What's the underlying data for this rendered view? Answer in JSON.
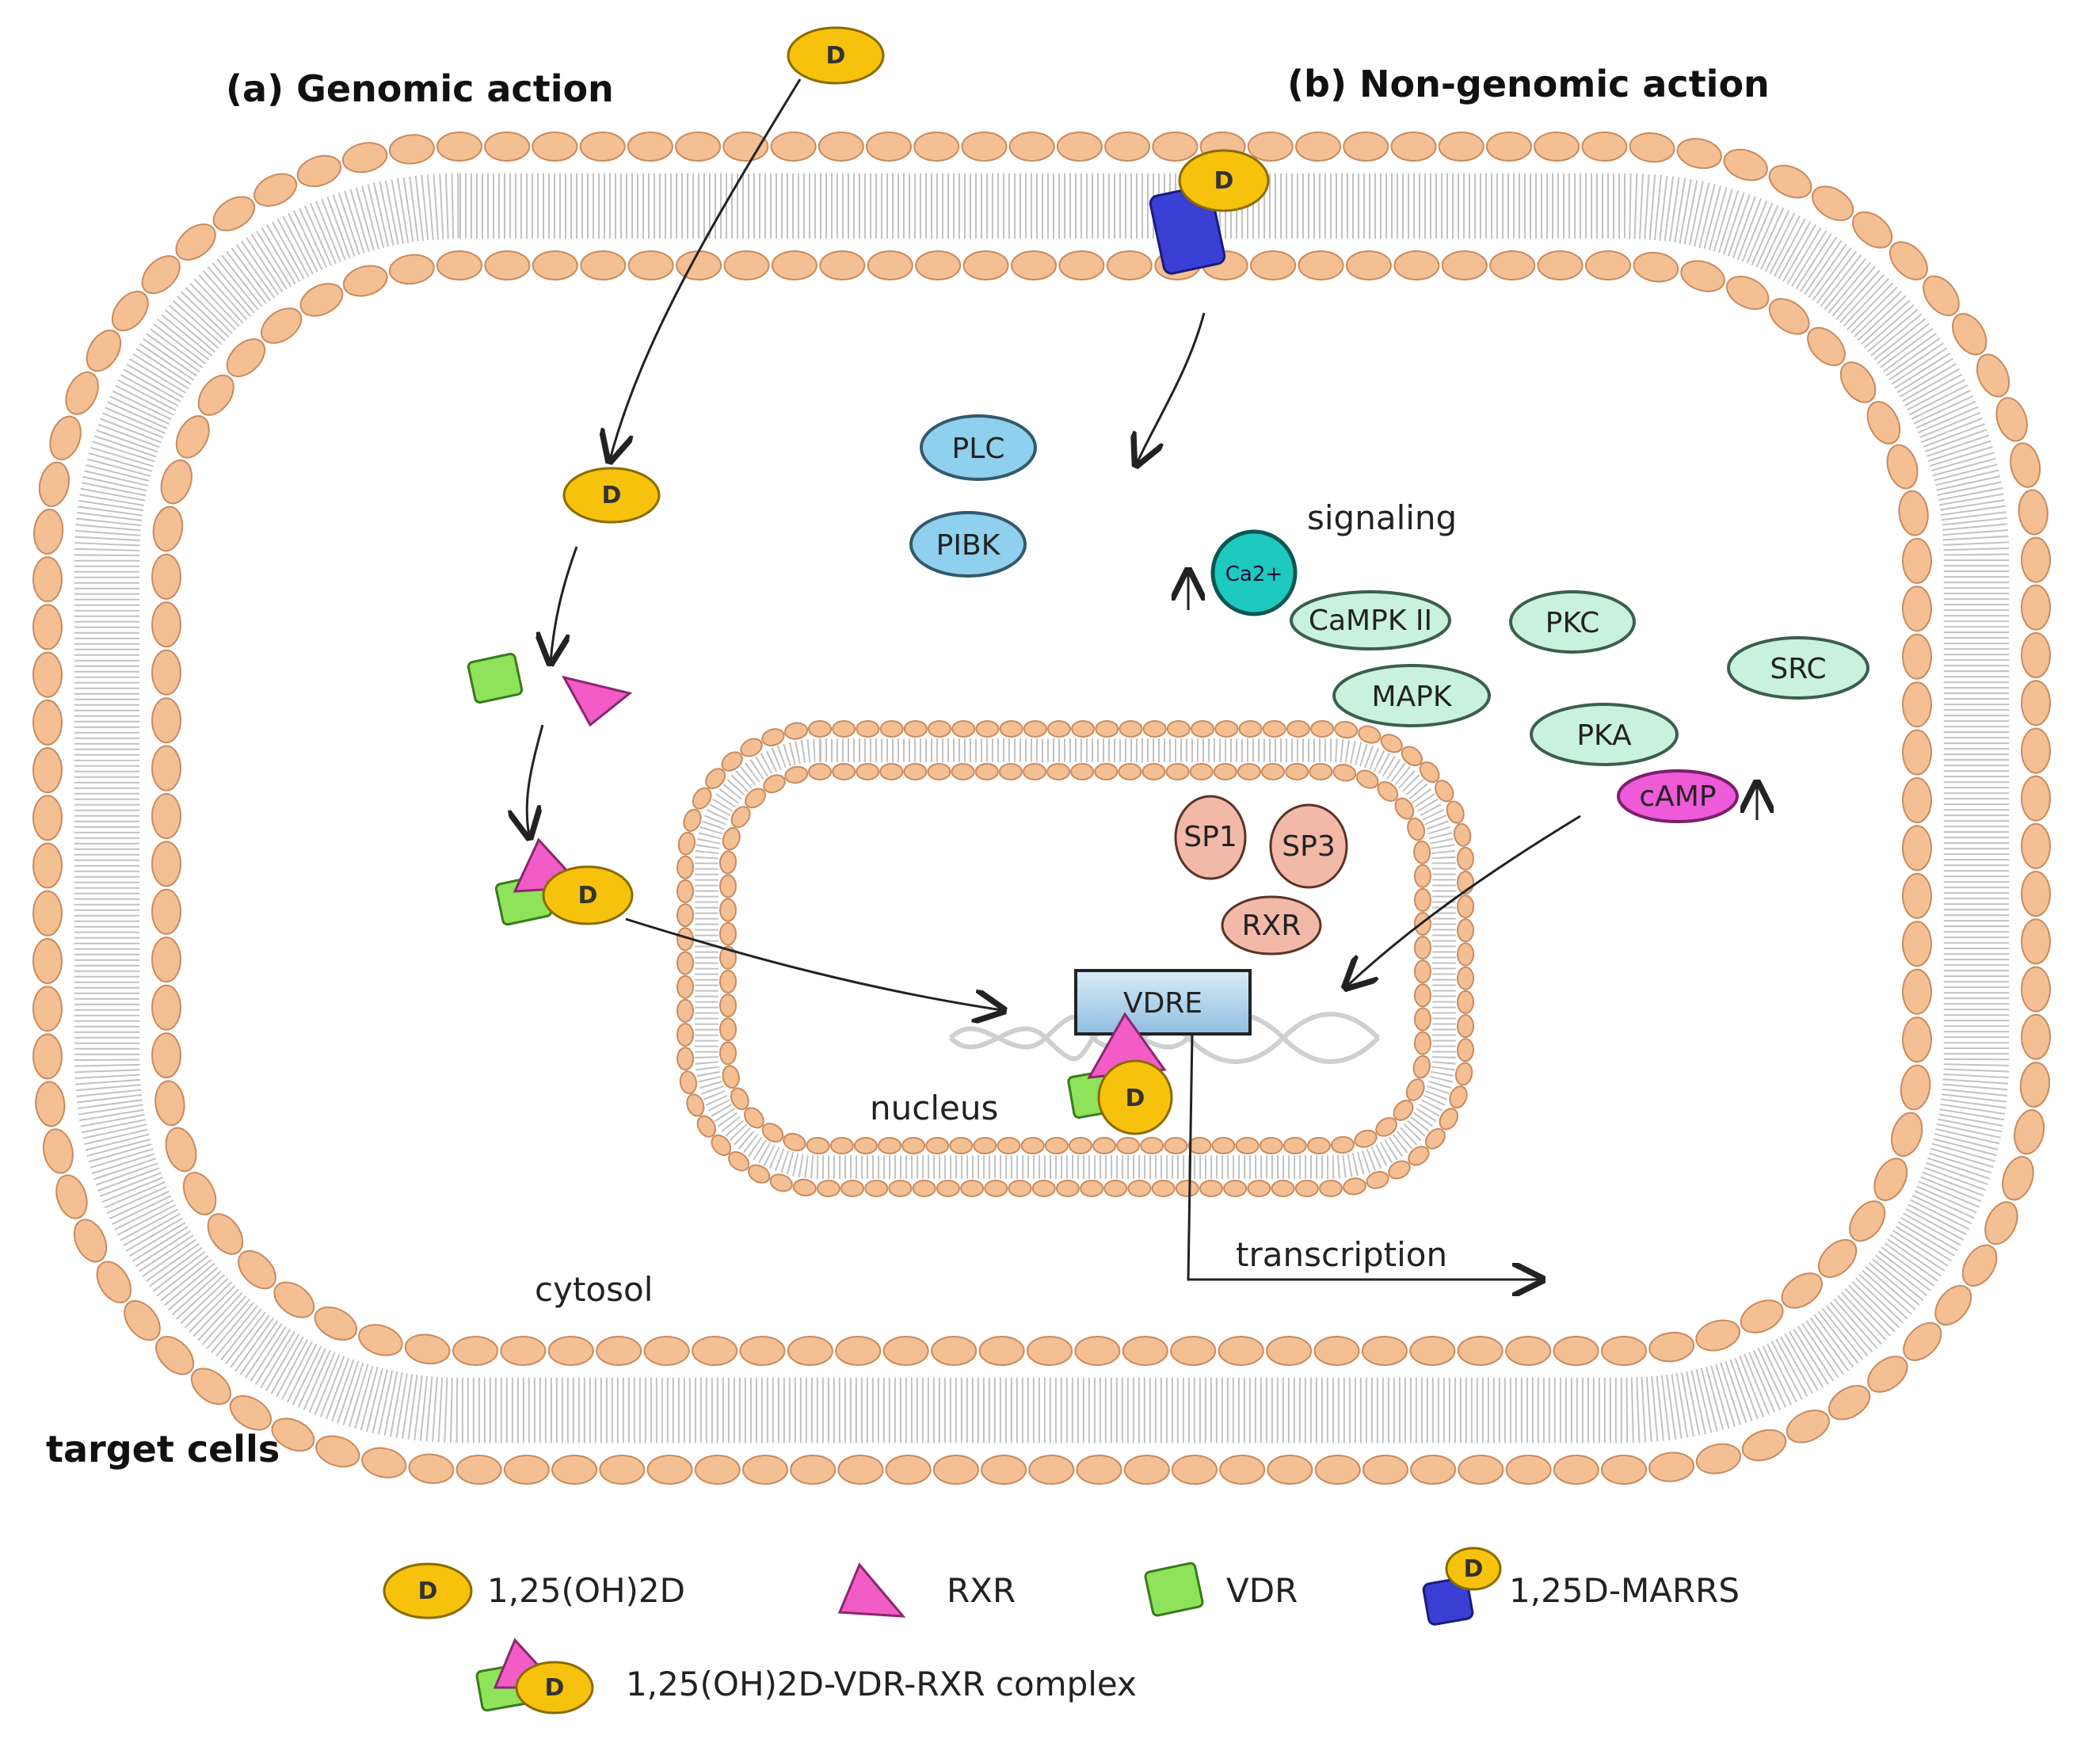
{
  "titles": {
    "genomic": "(a) Genomic action",
    "non_genomic": "(b) Non-genomic action"
  },
  "regions": {
    "target_cells": "target cells",
    "cytosol": "cytosol",
    "nucleus": "nucleus"
  },
  "labels": {
    "signaling": "signaling",
    "transcription": "transcription",
    "vdre": "VDRE",
    "d": "D",
    "ca": "Ca2+"
  },
  "enzymes": {
    "plc": "PLC",
    "pibk": "PIBK",
    "campk": "CaMPK II",
    "pkc": "PKC",
    "mapk": "MAPK",
    "src": "SRC",
    "pka": "PKA",
    "camp": "cAMP"
  },
  "nuclear_factors": {
    "sp1": "SP1",
    "sp3": "SP3",
    "rxr": "RXR"
  },
  "legend": {
    "d": "1,25(OH)2D",
    "rxr": "RXR",
    "vdr": "VDR",
    "marrs": "1,25D-MARRS",
    "complex": "1,25(OH)2D-VDR-RXR complex"
  },
  "colors": {
    "membrane_head": "#f5bf94",
    "membrane_stroke": "#c98a5e",
    "d_fill": "#f6c20c",
    "rxr_fill": "#f25cc6",
    "vdr_fill": "#8fe35a",
    "marrs_fill": "#3a3fd6",
    "blue_enzyme": "#8fd0ee",
    "green_enzyme": "#c9f2dd",
    "ca_fill": "#1ec9c0",
    "camp_fill": "#ee5ad8",
    "nuclear_factor": "#f2b9a8",
    "vdre_fill": "#a9cfe8"
  }
}
